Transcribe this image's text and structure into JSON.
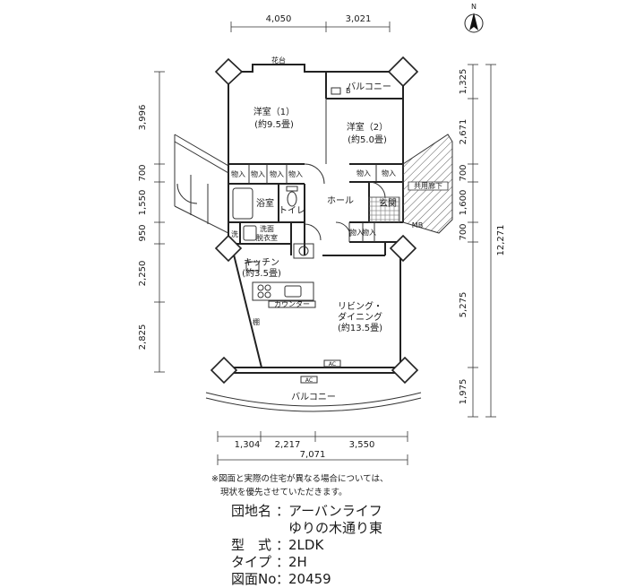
{
  "compass": {
    "label": "N"
  },
  "dimensions": {
    "top": [
      "4,050",
      "3,021"
    ],
    "bottom": [
      "1,304",
      "2,217",
      "3,550"
    ],
    "bottom_total": "7,071",
    "left": [
      "3,996",
      "700",
      "1,550",
      "950",
      "2,250",
      "2,825"
    ],
    "right": [
      "1,325",
      "2,671",
      "700",
      "1,600",
      "700",
      "5,275",
      "1,975"
    ],
    "right_total": "12,271"
  },
  "rooms": {
    "flower_bed": "花台",
    "balcony_north": "バルコニー",
    "western1_name": "洋室（1）",
    "western1_size": "(約9.5畳)",
    "western2_name": "洋室（2）",
    "western2_size": "(約5.0畳)",
    "storage": "物入",
    "shared_corridor": "共用廊下",
    "bath": "浴室",
    "toilet": "トイレ",
    "hall": "ホール",
    "entrance": "玄関",
    "mb": "MB",
    "wash": "洗",
    "dressing1": "洗面",
    "dressing2": "脱衣室",
    "kitchen_name": "キッチン",
    "kitchen_size": "(約3.5畳)",
    "counter": "カウンター",
    "shelf": "棚",
    "living_name1": "リビング・",
    "living_name2": "ダイニング",
    "living_size": "(約13.5畳)",
    "ac": "AC",
    "balcony_south": "バルコニー",
    "b_mark": "B"
  },
  "note": {
    "line1": "※図面と実際の住宅が異なる場合については、",
    "line2": "現状を優先させていただきます。"
  },
  "info": {
    "complex_label": "団地名",
    "complex_line1": "アーバンライフ",
    "complex_line2": "ゆりの木通り東",
    "type_label": "型　式",
    "type_value": "2LDK",
    "subtype_label": "タイプ",
    "subtype_value": "2H",
    "number_label": "図面No",
    "number_value": "20459",
    "colon": "："
  }
}
